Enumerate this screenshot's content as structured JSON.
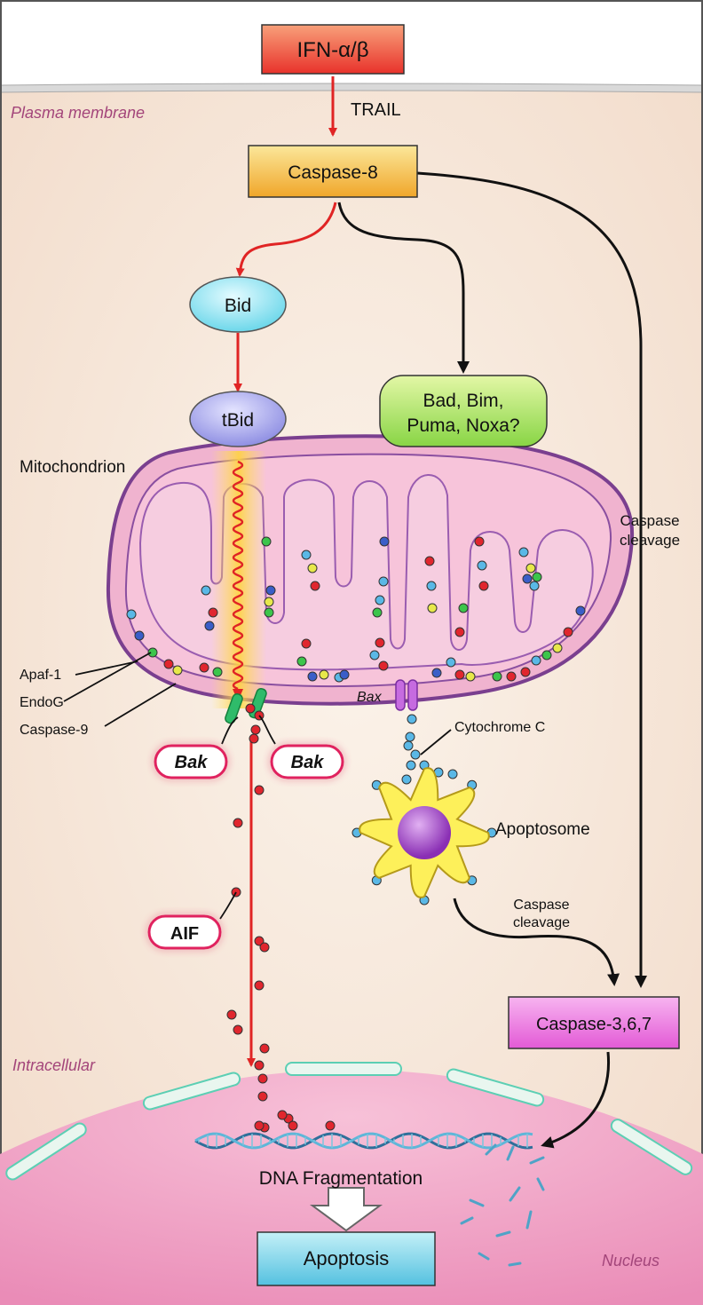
{
  "labels": {
    "ifn": "IFN-α/β",
    "plasma_membrane": "Plasma membrane",
    "trail": "TRAIL",
    "caspase8": "Caspase-8",
    "bid": "Bid",
    "tbid": "tBid",
    "bad_line1": "Bad, Bim,",
    "bad_line2": "Puma, Noxa?",
    "mitochondrion": "Mitochondrion",
    "caspase_cleavage_right_1": "Caspase",
    "caspase_cleavage_right_2": "cleavage",
    "apaf1": "Apaf-1",
    "endog": "EndoG",
    "caspase9": "Caspase-9",
    "bak_left": "Bak",
    "bak_right": "Bak",
    "bax": "Bax",
    "cytochrome_c": "Cytochrome C",
    "apoptosome": "Apoptosome",
    "aif": "AIF",
    "caspase_cleavage_mid_1": "Caspase",
    "caspase_cleavage_mid_2": "cleavage",
    "caspase367": "Caspase-3,6,7",
    "intracellular": "Intracellular",
    "dna_fragmentation": "DNA Fragmentation",
    "apoptosis": "Apoptosis",
    "nucleus": "Nucleus"
  },
  "colors": {
    "red_arrow": "#e02424",
    "black_arrow": "#111111",
    "mito_outer": "#f0b3cf",
    "mito_stroke": "#7a3f8f",
    "mito_inner": "#f6c8dc",
    "cell_bg": "#f6e6d8",
    "nucleus": "#f0a6c6",
    "label_purple": "#a3457a",
    "dot_red": "#e0262e",
    "dot_green": "#3cc54b",
    "dot_blue": "#3a5ec8",
    "dot_cyan": "#5ab8e6",
    "dot_yellow": "#e7e84a"
  }
}
